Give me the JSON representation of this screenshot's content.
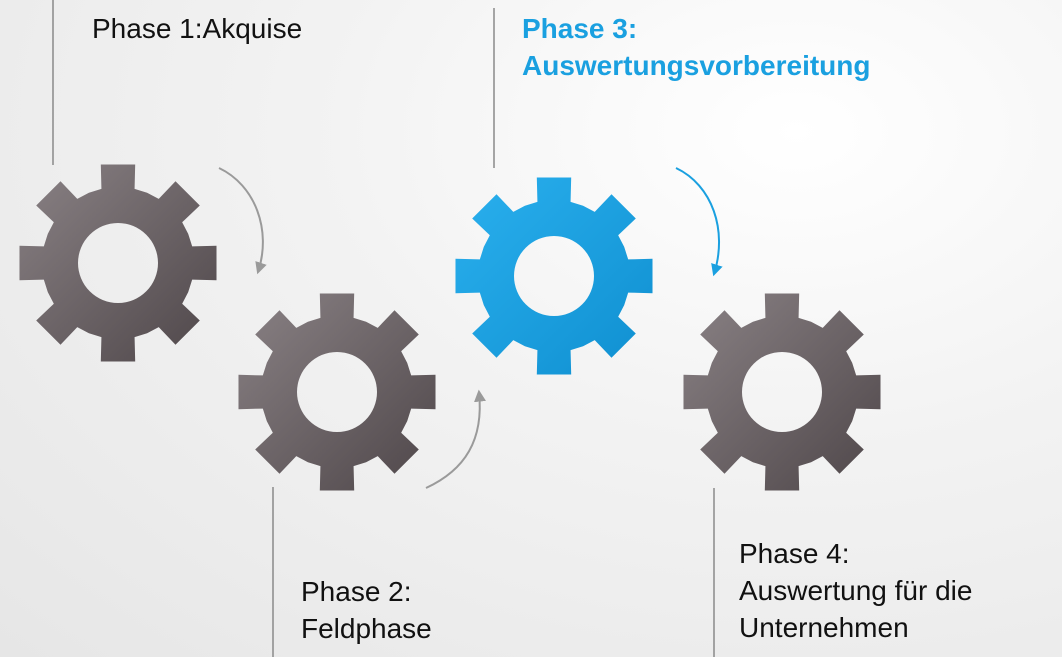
{
  "phases": [
    {
      "label": "Phase 1:Akquise",
      "active": false
    },
    {
      "label": "Phase 2:\nFeldphase",
      "active": false
    },
    {
      "label": "Phase 3:\nAuswertungsvorbereitung",
      "active": true
    },
    {
      "label": "Phase 4:\nAuswertung für die\nUnternehmen",
      "active": false
    }
  ],
  "colors": {
    "gear_inactive": "#6e6669",
    "gear_active": "#1aa0e0",
    "connector_line": "#8a8a8a",
    "arrow_inactive": "#9a9a9a",
    "arrow_active": "#1aa0e0",
    "text_default": "#111111",
    "text_active": "#1aa0e0"
  },
  "icons": [
    "gear-icon",
    "curved-arrow-icon"
  ]
}
